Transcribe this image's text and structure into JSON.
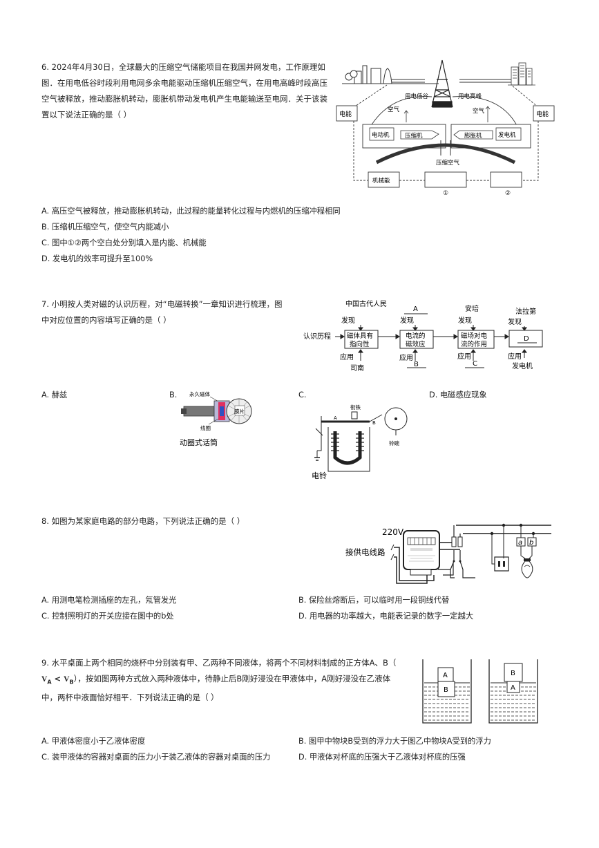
{
  "q6": {
    "number": "6.",
    "stem_lines": [
      "2024年4月30日，全球最大的压缩空气储能项目在我国并网发电，工作原理如",
      "图．在用电低谷时段利用电网多余电能驱动压缩机压缩空气，在用电高峰时段高压",
      "空气被释放，推动膨胀机转动，膨胀机带动发电机产生电能输送至电网．关于该装",
      "置以下说法正确的是（    ）"
    ],
    "options": [
      "A. 高压空气被释放，推动膨胀机转动，此过程的能量转化过程与内燃机的压缩冲程相同",
      "B. 压缩机压缩空气，使空气内能减小",
      "C. 图中①②两个空白处分别填入是内能、机械能",
      "D. 发电机的效率可提升至100%"
    ],
    "diagram": {
      "left_box": "电能",
      "right_box": "电能",
      "low_label": "用电低谷",
      "peak_label": "用电高峰",
      "air_left": "空气",
      "air_right": "空气",
      "motor": "电动机",
      "compressor": "压缩机",
      "expander": "膨胀机",
      "generator": "发电机",
      "compressed_air": "压缩空气",
      "mech_energy": "机械能",
      "blank1": "①",
      "blank2": "②"
    }
  },
  "q7": {
    "number": "7.",
    "stem_lines": [
      "小明按人类对磁的认识历程，对“电磁转换”一章知识进行梳理，图",
      "中对应位置的内容填写正确的是（    ）"
    ],
    "diagram": {
      "ancient": "中国古代人民",
      "discover": "发现",
      "apply": "应用",
      "cognition": "认识历程",
      "box1": [
        "磁体具有",
        "指向性"
      ],
      "box2": [
        "电流的",
        "磁效应"
      ],
      "box3": [
        "磁场对电",
        "流的作用"
      ],
      "box4": "D",
      "label_a": "A",
      "label_b": "B",
      "label_c": "C",
      "ampere": "安培",
      "faraday": "法拉第",
      "compass": "司南",
      "dynamo": "发电机"
    },
    "option_a": "A. 赫兹",
    "option_b": "B.",
    "option_c": "C.",
    "option_d": "D. 电磁感应现象",
    "mic": {
      "magnet": "永久磁体",
      "coil": "线圈",
      "diaphragm": "膜片",
      "caption": "动圈式话筒"
    },
    "bell": {
      "armature": "衔铁",
      "a": "A",
      "b": "B",
      "gong": "铃碗",
      "caption": "电铃"
    }
  },
  "q8": {
    "number": "8.",
    "stem": "如图为某家庭电路的部分电路，下列说法正确的是（    ）",
    "voltage": "220V",
    "supply": "接供电线路",
    "label_a": "a",
    "label_b": "b",
    "options": [
      "A. 用测电笔检测插座的左孔，氖管发光",
      "B. 保险丝熔断后，可以临时用一段铜线代替",
      "C. 控制照明灯的开关应接在图中的b处",
      "D. 用电器的功率越大，电能表记录的数字一定越大"
    ]
  },
  "q9": {
    "number": "9.",
    "stem_line1": "水平桌面上两个相同的烧杯中分别装有甲、乙两种不同液体，将两个不同材料制成的正方体A、B（",
    "stem_line2_math": "V",
    "stem_line2_sub_a": "A",
    "stem_line2_lt": " < ",
    "stem_line2_sub_b": "B",
    "stem_line2_rest": "），按如图两种方式放入两种液体中，待静止后B刚好浸没在甲液体中，A刚好浸没在乙液体",
    "stem_line3": "中，两杯中液面恰好相平．下列说法正确的是（    ）",
    "cube_a": "A",
    "cube_b": "B",
    "options": [
      "A. 甲液体密度小于乙液体密度",
      "B. 图甲中物块B受到的浮力大于图乙中物块A受到的浮力",
      "C. 装甲液体的容器对桌面的压力小于装乙液体的容器对桌面的压力",
      "D. 甲液体对杯底的压强大于乙液体对杯底的压强"
    ]
  }
}
